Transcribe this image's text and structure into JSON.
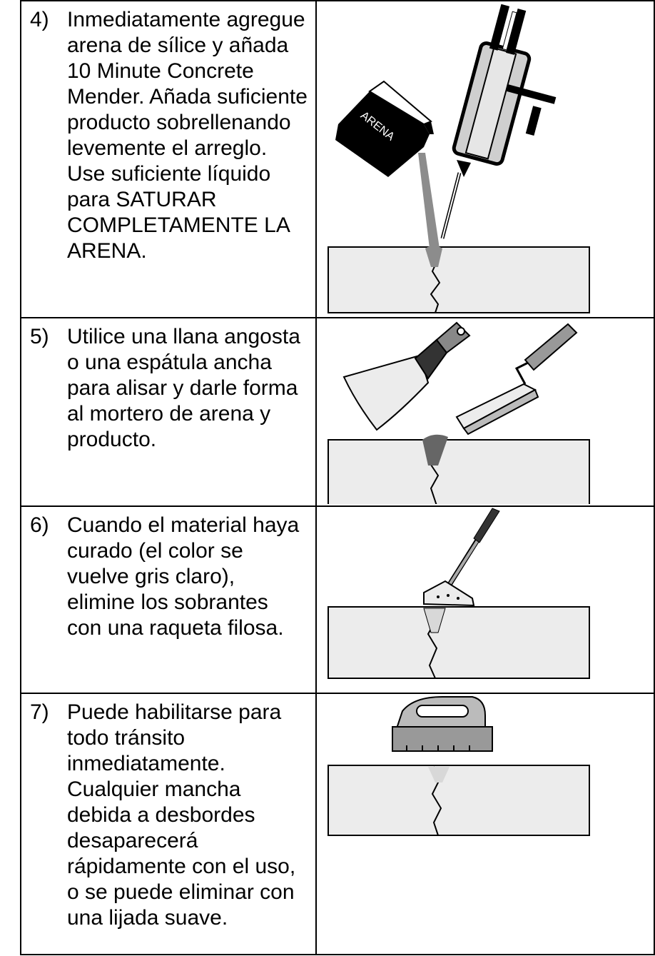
{
  "steps": [
    {
      "number": "4)",
      "text": "Inmediatamente agregue arena de sílice y añada 10 Minute Concrete Mender. Añada suficiente producto sobrellenando levemente el arreglo. Use suficiente líquido para SATURAR COMPLETAMENTE LA ARENA.",
      "illustration_label": "ARENA",
      "icon": "sand-bag-and-cartridge-gun-icon"
    },
    {
      "number": "5)",
      "text": "Utilice una llana angosta o una espátula ancha para alisar y darle forma al mortero de arena y producto.",
      "icon": "putty-knife-and-trowel-icon"
    },
    {
      "number": "6)",
      "text": "Cuando el material haya curado (el color se vuelve gris claro), elimine los sobrantes con una raqueta filosa.",
      "icon": "scraper-icon"
    },
    {
      "number": "7)",
      "text": "Puede habilitarse para todo tránsito inmediatamente. Cualquier mancha debida a desbordes desaparecerá rápidamente con el uso, o se puede eliminar con una lijada suave.",
      "icon": "sanding-block-icon"
    }
  ]
}
